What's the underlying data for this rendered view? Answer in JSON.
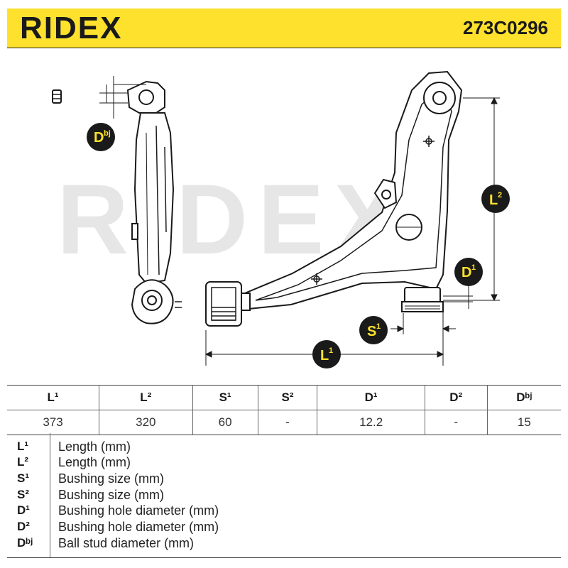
{
  "header": {
    "brand": "RIDEX",
    "part_number": "273C0296"
  },
  "drawing": {
    "watermark": "RIDEX",
    "markers": {
      "dbj": {
        "main": "D",
        "sup": "bj"
      },
      "l2": {
        "main": "L",
        "sup": "2"
      },
      "d1": {
        "main": "D",
        "sup": "1"
      },
      "s1": {
        "main": "S",
        "sup": "1"
      },
      "l1": {
        "main": "L",
        "sup": "1"
      }
    }
  },
  "specs": {
    "headers": [
      "L¹",
      "L²",
      "S¹",
      "S²",
      "D¹",
      "D²",
      "Dᵇʲ"
    ],
    "values": [
      "373",
      "320",
      "60",
      "-",
      "12.2",
      "-",
      "15"
    ]
  },
  "legend": [
    {
      "symbol": "L¹",
      "desc": "Length (mm)"
    },
    {
      "symbol": "L²",
      "desc": "Length (mm)"
    },
    {
      "symbol": "S¹",
      "desc": "Bushing size (mm)"
    },
    {
      "symbol": "S²",
      "desc": "Bushing size (mm)"
    },
    {
      "symbol": "D¹",
      "desc": "Bushing hole diameter (mm)"
    },
    {
      "symbol": "D²",
      "desc": "Bushing hole diameter (mm)"
    },
    {
      "symbol": "Dᵇʲ",
      "desc": "Ball stud diameter (mm)"
    }
  ]
}
